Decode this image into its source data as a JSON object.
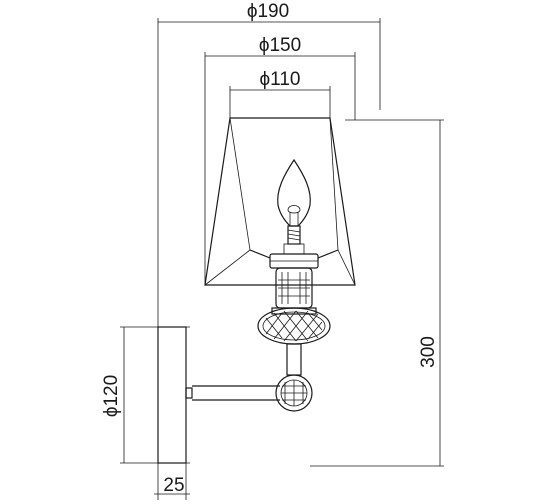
{
  "drawing": {
    "dimensions": {
      "width_190": "ϕ190",
      "width_150": "ϕ150",
      "width_110": "ϕ110",
      "height_300": "300",
      "base_120": "ϕ120",
      "depth_25": "25"
    }
  }
}
